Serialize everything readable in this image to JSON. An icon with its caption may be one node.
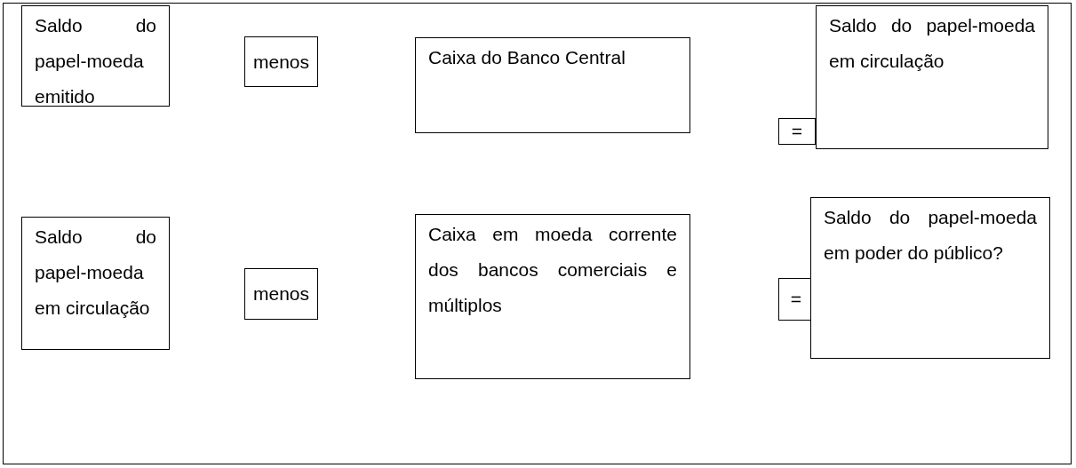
{
  "diagram": {
    "nodes": [
      {
        "text": [
          "Saldo do papel-moeda emitido"
        ]
      },
      {
        "text": [
          "menos"
        ]
      },
      {
        "text": [
          "Caixa do Banco Central"
        ]
      },
      {
        "text": [
          "="
        ]
      },
      {
        "text": [
          "Saldo do papel-moeda em circulação"
        ]
      },
      {
        "text": [
          "Saldo do papel-moeda em circulação"
        ]
      },
      {
        "text": [
          "menos"
        ]
      },
      {
        "text": [
          "Caixa em moeda corrente dos bancos comerciais e múltiplos"
        ]
      },
      {
        "text": [
          "="
        ]
      },
      {
        "text": [
          "Saldo do papel-moeda em poder do público?"
        ]
      }
    ]
  }
}
